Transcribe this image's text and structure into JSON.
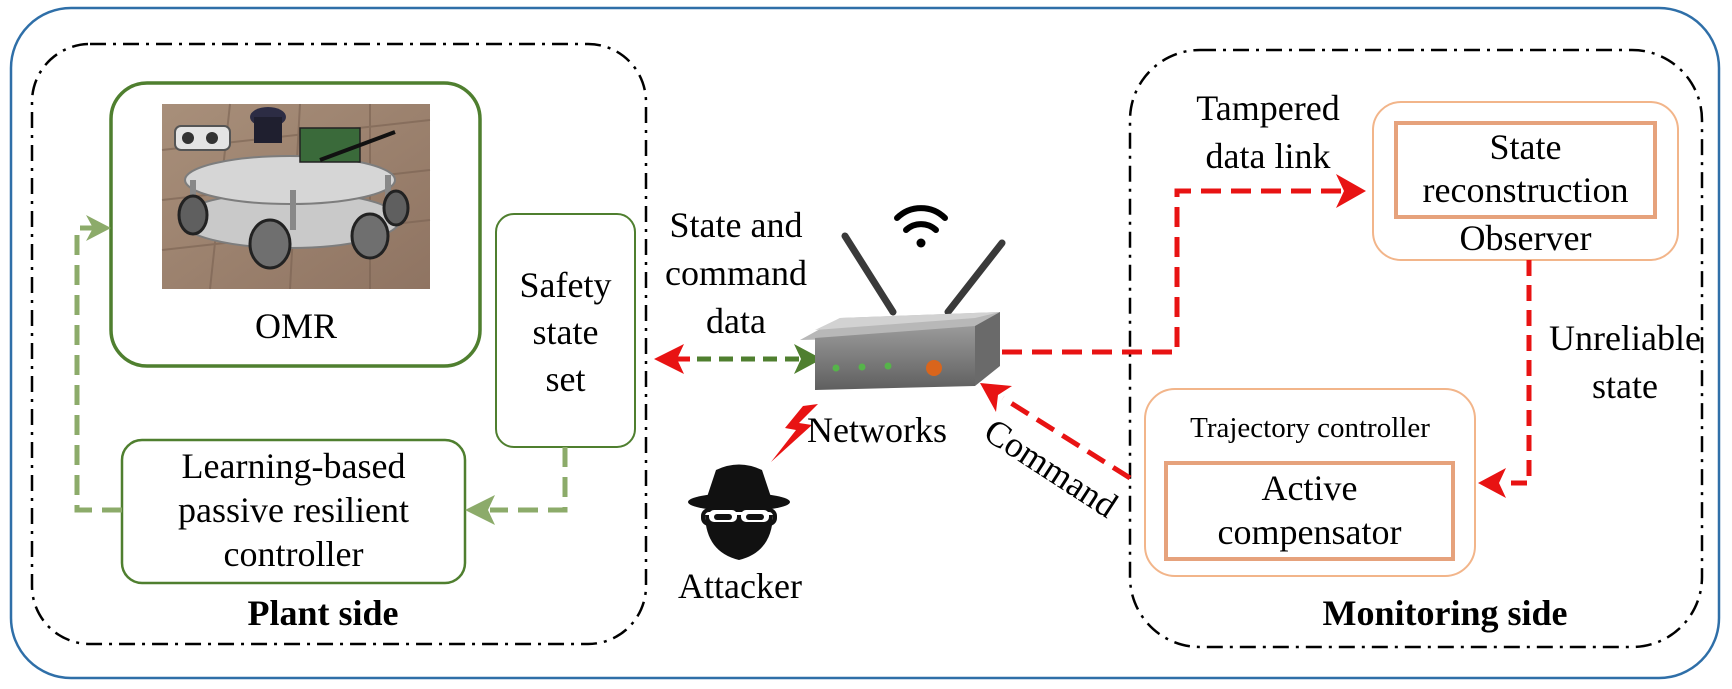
{
  "plant": {
    "title": "Plant side",
    "omr_label": "OMR",
    "safety_set": [
      "Safety",
      "state",
      "set"
    ],
    "controller": [
      "Learning-based",
      "passive resilient",
      "controller"
    ]
  },
  "middle": {
    "channel_label": [
      "State and",
      "command",
      "data"
    ],
    "networks_label": "Networks",
    "attacker_label": "Attacker",
    "command_label": "Command"
  },
  "monitoring": {
    "title": "Monitoring side",
    "tampered_label": [
      "Tampered",
      "data link"
    ],
    "state_reconstruction": [
      "State",
      "reconstruction"
    ],
    "observer_label": "Observer",
    "unreliable_label": [
      "Unreliable",
      "state"
    ],
    "trajectory_label": "Trajectory controller",
    "active_compensator": [
      "Active",
      "compensator"
    ]
  },
  "colors": {
    "outer_border": "#2f6fa8",
    "plant_green": "#4f7f2f",
    "light_green": "#8cab6a",
    "attack_red": "#e81313",
    "monitor_orange": "#f2b58a",
    "inner_orange": "#e6a27c"
  }
}
